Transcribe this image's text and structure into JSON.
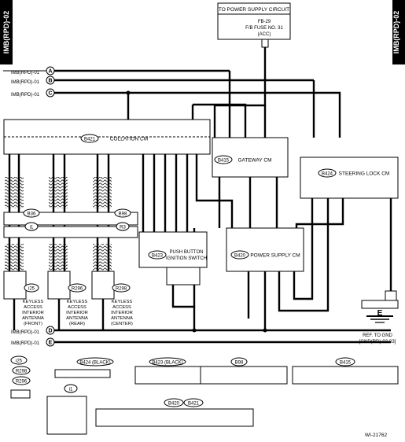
{
  "side_labels": {
    "left": "IMB(RPD)-02",
    "right": "IMB(RPD)-02"
  },
  "power_supply_box": {
    "title": "TO POWER SUPPLY CIRCUIT",
    "fuse_line1": "FB-29",
    "fuse_line2": "F/B FUSE NO. 31",
    "fuse_line3": "(ACC)"
  },
  "ref_labels": {
    "a": "IMB(RPD)-01",
    "b": "IMB(RPD)-01",
    "c": "IMB(RPD)-01",
    "d": "IMB(RPD)-01",
    "e": "IMB(RPD)-01"
  },
  "ref_letters": {
    "a": "A",
    "b": "B",
    "c": "C",
    "d": "D",
    "e": "E"
  },
  "collation_cm": {
    "code": "B421",
    "name": "COLLATION CM"
  },
  "gateway_cm": {
    "code": "B415",
    "name": "GATEWAY CM"
  },
  "steering_lock_cm": {
    "code": "B424",
    "name": "STEERING LOCK CM"
  },
  "push_button": {
    "code": "B423",
    "name_line1": "PUSH BUTTON",
    "name_line2": "IGNITION SWITCH"
  },
  "power_supply_cm": {
    "code": "B420",
    "name": "POWER SUPPLY CM"
  },
  "antennas": {
    "front": {
      "code": "i25",
      "l1": "KEYLESS",
      "l2": "ACCESS",
      "l3": "INTERIOR",
      "l4": "ANTENNA",
      "l5": "(FRONT)"
    },
    "rear": {
      "code": "R296",
      "l1": "KEYLESS",
      "l2": "ACCESS",
      "l3": "INTERIOR",
      "l4": "ANTENNA",
      "l5": "(REAR)"
    },
    "center": {
      "code": "R298",
      "l1": "KEYLESS",
      "l2": "ACCESS",
      "l3": "INTERIOR",
      "l4": "ANTENNA",
      "l5": "(CENTER)"
    }
  },
  "harness_connectors": {
    "b36": "B36",
    "i1": "i1",
    "b98": "B98",
    "r3": "R3"
  },
  "ground": {
    "symbol": "E",
    "ref1": "REF. TO GND",
    "ref2": "[GND(RD)-02-03]"
  },
  "legend_codes": {
    "i25": "i25",
    "r298": "R298",
    "r296": "R296",
    "b424": "B424 (BLACK)",
    "b423": "B423 (BLACK)",
    "b98": "B98",
    "b415": "B415",
    "i1": "i1",
    "b420": "B420",
    "b421": "B421"
  },
  "figure_id": "WI-21762"
}
